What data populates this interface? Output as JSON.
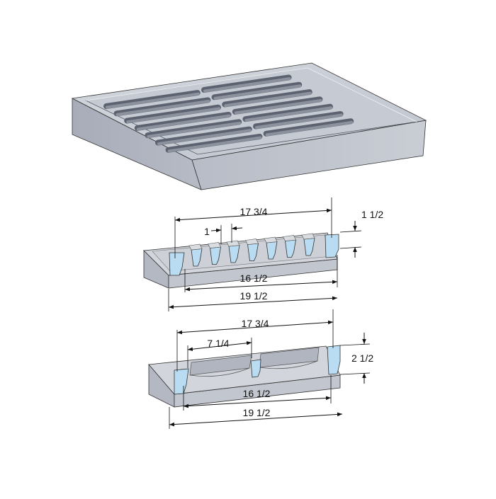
{
  "colors": {
    "metal_light": "#c9cdd6",
    "metal_mid": "#b4b9c4",
    "metal_dark": "#8c929f",
    "slot_dark": "#6f7582",
    "section_blue": "#b9dcf2",
    "dimension_line": "#111111"
  },
  "section_a": {
    "dim_top": "17 3/4",
    "dim_bar": "1",
    "dim_height": "1 1/2",
    "dim_inner": "16 1/2",
    "dim_outer": "19 1/2"
  },
  "section_b": {
    "dim_top": "17 3/4",
    "dim_slot": "7 1/4",
    "dim_height": "2 1/2",
    "dim_inner": "16 1/2",
    "dim_outer": "19 1/2"
  }
}
